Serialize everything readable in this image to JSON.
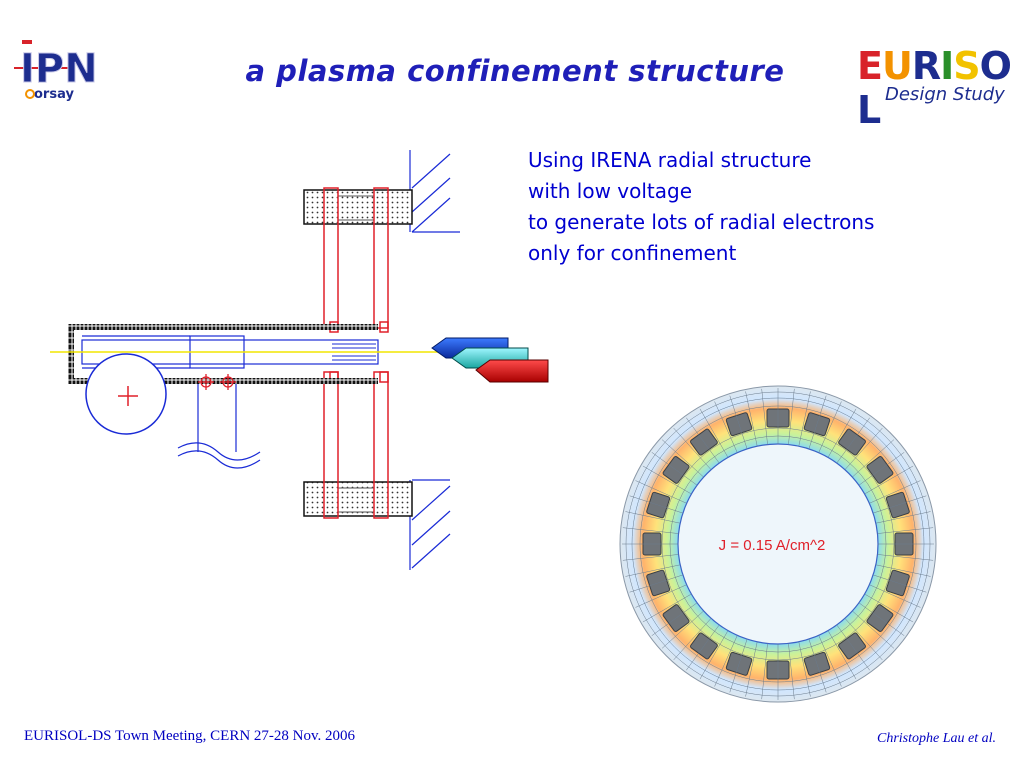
{
  "slide": {
    "title": "a plasma confinement structure",
    "body_lines": [
      "Using IRENA radial structure",
      "with low voltage",
      "to generate lots of radial electrons",
      "only for confinement"
    ],
    "footer_left": "EURISOL-DS Town Meeting, CERN 27-28 Nov. 2006",
    "footer_right": "Christophe Lau et al."
  },
  "logos": {
    "ipn": {
      "main": "IPN",
      "sub": "orsay"
    },
    "eurisol": {
      "letters": [
        {
          "ch": "E",
          "color": "#d8232a"
        },
        {
          "ch": "U",
          "color": "#f39200"
        },
        {
          "ch": "R",
          "color": "#1d2d8f"
        },
        {
          "ch": "I",
          "color": "#2a8f2a"
        },
        {
          "ch": "S",
          "color": "#f2c200"
        },
        {
          "ch": "O",
          "color": "#1d2d8f"
        },
        {
          "ch": "L",
          "color": "#1d2d8f"
        }
      ],
      "sub": "Design Study"
    }
  },
  "field_map": {
    "label": "J = 0.15 A/cm^2"
  },
  "colors": {
    "title": "#1f1fb8",
    "body_text": "#0000d0",
    "schematic_blue": "#1a2bd6",
    "schematic_red": "#e0202a",
    "beam_yellow": "#f2e600"
  }
}
